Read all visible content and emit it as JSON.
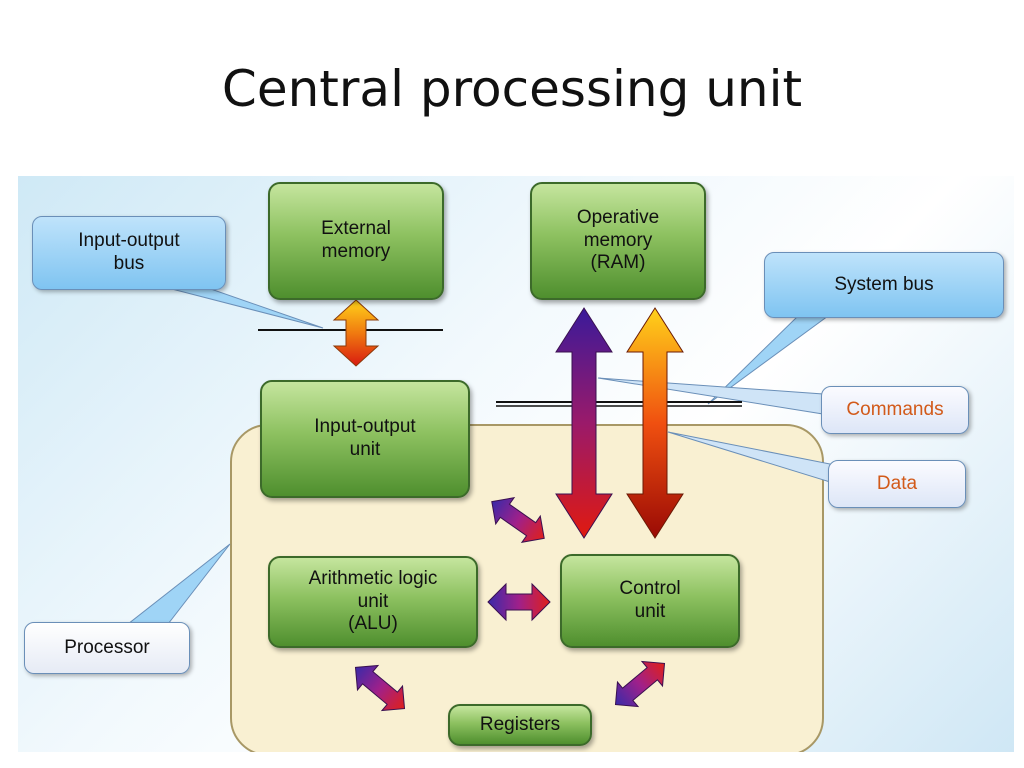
{
  "title": "Central processing unit",
  "boxes": {
    "external_memory": "External\nmemory",
    "operative_memory": "Operative\nmemory\n(RAM)",
    "io_unit": "Input-output\nunit",
    "alu": "Arithmetic logic\nunit\n(ALU)",
    "control_unit": "Control\nunit",
    "registers": "Registers"
  },
  "callouts": {
    "io_bus": "Input-output\nbus",
    "system_bus": "System bus",
    "commands": "Commands",
    "data": "Data",
    "processor": "Processor"
  },
  "colors": {
    "box_green": "#6aa83e",
    "region_fill": "#f9f0d2",
    "callout_blue": "#8ccbf3",
    "label_orange": "#d25a1a"
  }
}
